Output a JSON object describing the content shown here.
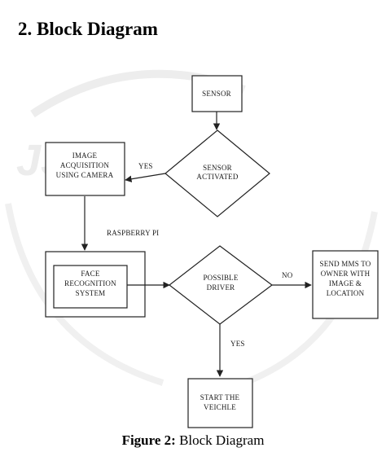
{
  "heading": "2.  Block Diagram",
  "nodes": {
    "sensor": [
      "SENSOR"
    ],
    "sensor_activated": [
      "SENSOR",
      "ACTIVATED"
    ],
    "image_acquisition": [
      "IMAGE",
      "ACQUISITION",
      "USING CAMERA"
    ],
    "face_recognition": [
      "FACE",
      "RECOGNITION",
      "SYSTEM"
    ],
    "possible_driver": [
      "POSSIBLE",
      "DRIVER"
    ],
    "send_mms": [
      "SEND MMS TO",
      "OWNER WITH",
      "IMAGE &",
      "LOCATION"
    ],
    "start_vehicle": [
      "START THE",
      "VEICHLE"
    ]
  },
  "edges": {
    "sensor_activated_yes": "YES",
    "raspberry_pi": "RASPBERRY PI",
    "possible_driver_no": "NO",
    "possible_driver_yes": "YES"
  },
  "caption": {
    "label": "Figure 2:",
    "text": " Block Diagram"
  },
  "colors": {
    "line": "#222222",
    "watermark": "#e9e9e9"
  }
}
